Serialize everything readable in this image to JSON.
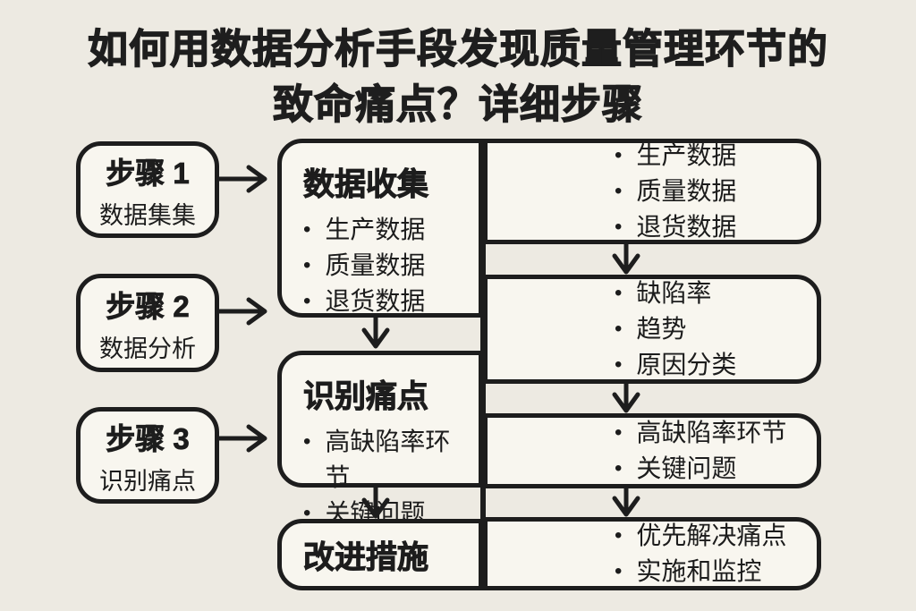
{
  "title": {
    "line1": "如何用数据分析手段发现质量管理环节的",
    "line2": "致命痛点？详细步骤"
  },
  "steps": [
    {
      "label": "步骤 1",
      "sublabel": "数据集集"
    },
    {
      "label": "步骤 2",
      "sublabel": "数据分析"
    },
    {
      "label": "步骤 3",
      "sublabel": "识别痛点"
    }
  ],
  "middle": [
    {
      "title": "数据收集",
      "bullets": [
        "生产数据",
        "质量数据",
        "退货数据"
      ]
    },
    {
      "title": "识别痛点",
      "bullets": [
        "高缺陷率环节",
        "关键问题"
      ]
    },
    {
      "title": "改进措施",
      "bullets": []
    }
  ],
  "right": [
    {
      "bullets": [
        "生产数据",
        "质量数据",
        "退货数据"
      ]
    },
    {
      "bullets": [
        "缺陷率",
        "趋势",
        "原因分类"
      ]
    },
    {
      "bullets": [
        "高缺陷率环节",
        "关键问题"
      ]
    },
    {
      "bullets": [
        "优先解决痛点",
        "实施和监控"
      ]
    }
  ],
  "bullet_glyph": "•",
  "colors": {
    "background": "#edeae2",
    "box_fill": "#f8f6ef",
    "line": "#1d1d1d",
    "text": "#1c1c1c"
  }
}
